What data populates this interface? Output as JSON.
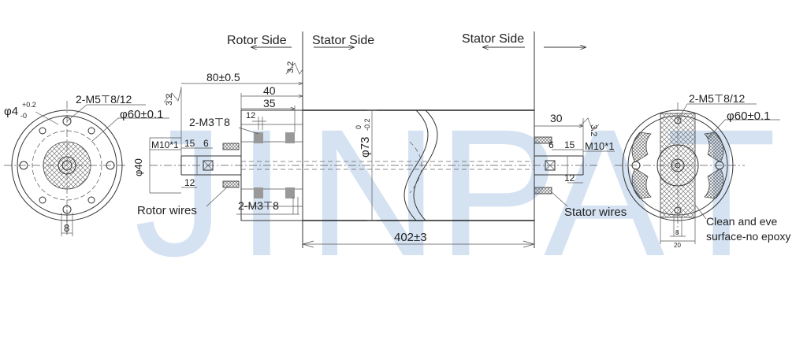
{
  "watermark": "JINPAT",
  "labels": {
    "rotor_side": "Rotor Side",
    "stator_side_left": "Stator Side",
    "stator_side_right": "Stator Side",
    "rotor_wires": "Rotor wires",
    "stator_wires": "Stator wires",
    "clean_line1": "Clean and eve",
    "clean_line2": "surface-no epoxy"
  },
  "dimensions": {
    "len_80": "80±0.5",
    "len_40": "40",
    "len_35": "35",
    "len_12_top": "12",
    "len_15_left": "15",
    "len_6_left": "6",
    "len_12_left": "12",
    "thread_left": "M10*1",
    "dia_40": "φ40",
    "dia_73": "φ73",
    "dia_73_tol_top": "0",
    "dia_73_tol_bottom": "-0.2",
    "total_len": "402±3",
    "len_30": "30",
    "len_6_right": "6",
    "len_15_right": "15",
    "thread_right": "M10*1",
    "len_12_right": "12",
    "screw_m3_top": "2-M3⊤8",
    "screw_m3_bottom": "2-M3⊤8",
    "left_face_m5": "2-M5⊤8/12",
    "left_face_dia": "φ60±0.1",
    "left_face_hole": "φ4",
    "left_face_hole_tol_top": "+0.2",
    "left_face_hole_tol_bottom": "-0",
    "left_face_width": "8",
    "right_face_m5": "2-M5⊤8/12",
    "right_face_dia": "φ60±0.1",
    "right_face_8": "8",
    "right_face_20": "20",
    "roughness_a": "3.2",
    "roughness_b": "3.2",
    "roughness_c": "3.2"
  },
  "colors": {
    "line": "#333333",
    "watermark": "#78a5d7",
    "hatch": "#666666"
  }
}
